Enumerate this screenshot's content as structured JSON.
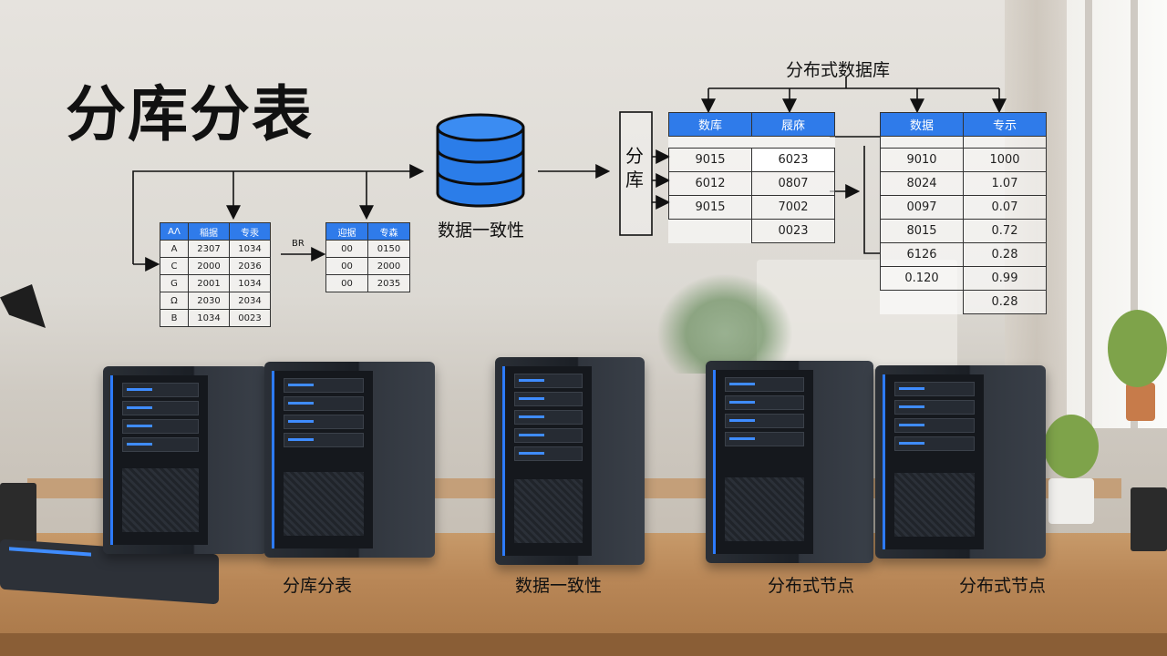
{
  "title": "分库分表",
  "db_caption": "数据一致性",
  "distributed_db_title": "分布式数据库",
  "shard_box_label": "分库",
  "table1": {
    "headers": [
      "ΑΛ",
      "稲据",
      "专汞"
    ],
    "rows": [
      [
        "A",
        "2307",
        "1034"
      ],
      [
        "C",
        "2000",
        "2036"
      ],
      [
        "G",
        "2001",
        "1034"
      ],
      [
        "Ω",
        "2030",
        "2034"
      ],
      [
        "B",
        "1034",
        "0023"
      ]
    ]
  },
  "arrow_label": "BR",
  "table2": {
    "headers": [
      "迎据",
      "专森"
    ],
    "rows": [
      [
        "00",
        "0150"
      ],
      [
        "00",
        "2000"
      ],
      [
        "00",
        "2035"
      ]
    ]
  },
  "table3": {
    "headers": [
      "数库",
      "屐庥"
    ],
    "col1": [
      "9015",
      "6012",
      "9015"
    ],
    "col2": [
      "6023",
      "0807",
      "7002",
      "0023"
    ]
  },
  "table4": {
    "headers": [
      "数据",
      "专示"
    ],
    "col1": [
      "9010",
      "8024",
      "0097",
      "8015",
      "6126",
      "0.120"
    ],
    "col2": [
      "1000",
      "1.07",
      "0.07",
      "0.72",
      "0.28",
      "0.99",
      "0.28"
    ]
  },
  "server_labels": [
    "分库分表",
    "数据一致性",
    "分布式节点",
    "分布式节点"
  ],
  "colors": {
    "accent_blue": "#2f7bea",
    "db_icon_blue": "#2b7de9",
    "text": "#111111"
  }
}
